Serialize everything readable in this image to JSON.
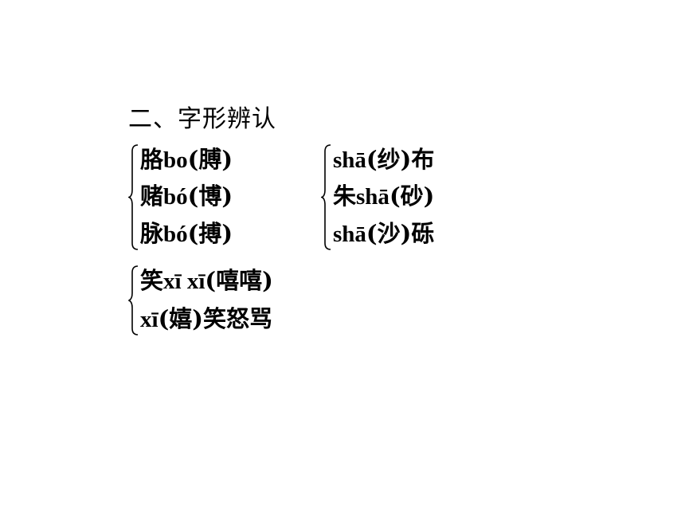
{
  "heading": "二、字形辨认",
  "groups": [
    {
      "lines": [
        {
          "a": "胳",
          "b": "bo",
          "c": "(膊)"
        },
        {
          "a": "赌",
          "b": "bó",
          "c": "(博)"
        },
        {
          "a": "脉",
          "b": "bó",
          "c": "(搏)"
        }
      ]
    },
    {
      "lines": [
        {
          "a": "",
          "b": "shā",
          "c": "(纱)布"
        },
        {
          "a": "朱",
          "b": "shā",
          "c": "(砂)"
        },
        {
          "a": "",
          "b": "shā",
          "c": "(沙)砾"
        }
      ]
    },
    {
      "lines": [
        {
          "a": "笑",
          "b": "xī xī",
          "c": "(嘻嘻)"
        },
        {
          "a": "",
          "b": "xī",
          "c": "(嬉)笑怒骂"
        }
      ]
    }
  ]
}
